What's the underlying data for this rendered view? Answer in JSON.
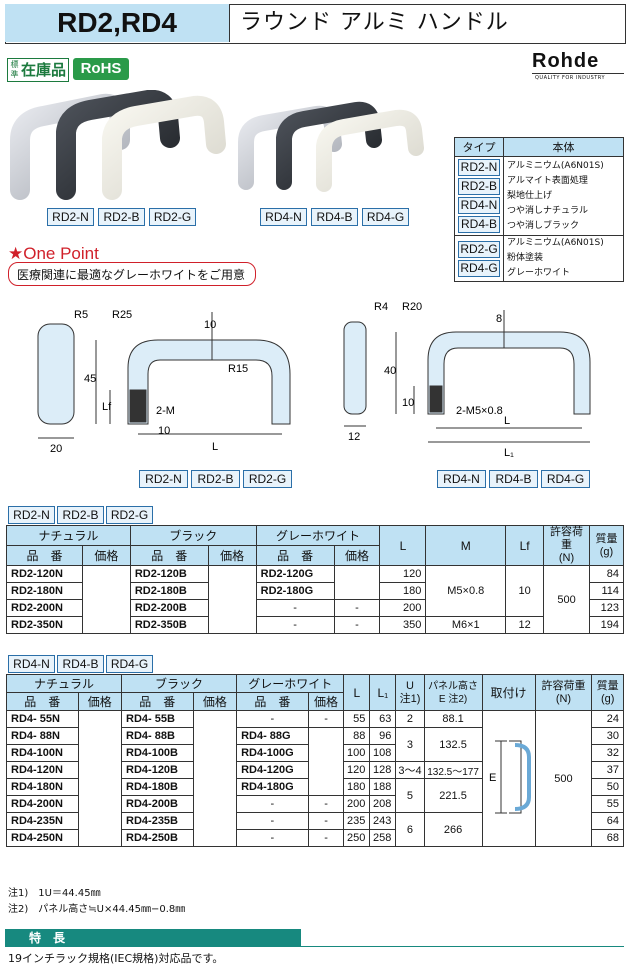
{
  "header": {
    "code": "RD2,RD4",
    "title": "ラウンド アルミ ハンドル"
  },
  "badges": {
    "std_small": "標準",
    "std": "在庫品",
    "rohs": "RoHS"
  },
  "brand": {
    "name": "Rohde",
    "sub": "QUALITY FOR INDUSTRY"
  },
  "photo_tags": {
    "rd2": [
      "RD2-N",
      "RD2-B",
      "RD2-G"
    ],
    "rd4": [
      "RD4-N",
      "RD4-B",
      "RD4-G"
    ]
  },
  "colors": {
    "natural": "#c9ccd2",
    "black": "#2f3338",
    "grey_white": "#eceae0",
    "accent": "#bfe1f3",
    "red": "#d0202a"
  },
  "type_table": {
    "headers": [
      "タイプ",
      "本体"
    ],
    "groups": [
      {
        "codes": [
          "RD2-N",
          "RD2-B",
          "RD4-N",
          "RD4-B"
        ],
        "lines": [
          "アルミニウム(A6N01S)",
          "アルマイト表面処理",
          "梨地仕上げ",
          "つや消しナチュラル",
          "つや消しブラック"
        ]
      },
      {
        "codes": [
          "RD2-G",
          "RD4-G"
        ],
        "lines": [
          "アルミニウム(A6N01S)",
          "粉体塗装",
          "グレーホワイト"
        ]
      }
    ]
  },
  "one_point": {
    "title": "★One Point",
    "text": "医療関連に最適なグレーホワイトをご用意"
  },
  "drawing_rd2": {
    "labels": {
      "r5": "R5",
      "r25": "R25",
      "r15": "R15",
      "t10": "10",
      "h45": "45",
      "lf": "Lf",
      "m": "2-M",
      "d10": "10",
      "w20": "20",
      "L": "L"
    },
    "tags": [
      "RD2-N",
      "RD2-B",
      "RD2-G"
    ]
  },
  "drawing_rd4": {
    "labels": {
      "r4": "R4",
      "r20": "R20",
      "t8": "8",
      "h40": "40",
      "d10": "10",
      "m": "2-M5×0.8",
      "w12": "12",
      "L": "L",
      "L1": "L₁"
    },
    "tags": [
      "RD4-N",
      "RD4-B",
      "RD4-G"
    ]
  },
  "rd2_table": {
    "tags": [
      "RD2-N",
      "RD2-B",
      "RD2-G"
    ],
    "group_headers": [
      "ナチュラル",
      "ブラック",
      "グレーホワイト"
    ],
    "sub_headers": [
      "品　番",
      "価格"
    ],
    "col_headers": {
      "L": "L",
      "M": "M",
      "Lf": "Lf",
      "load": "許容荷重\n(N)",
      "mass": "質量\n(g)"
    },
    "rows": [
      {
        "n": "RD2-120N",
        "b": "RD2-120B",
        "g": "RD2-120G",
        "gp": "",
        "L": "120",
        "mass": "84"
      },
      {
        "n": "RD2-180N",
        "b": "RD2-180B",
        "g": "RD2-180G",
        "gp": "",
        "L": "180",
        "mass": "114"
      },
      {
        "n": "RD2-200N",
        "b": "RD2-200B",
        "g": "-",
        "gp": "-",
        "L": "200",
        "mass": "123"
      },
      {
        "n": "RD2-350N",
        "b": "RD2-350B",
        "g": "-",
        "gp": "-",
        "L": "350",
        "mass": "194"
      }
    ],
    "m_values": [
      "M5×0.8",
      "M6×1"
    ],
    "lf_values": [
      "10",
      "12"
    ],
    "load": "500"
  },
  "rd4_table": {
    "tags": [
      "RD4-N",
      "RD4-B",
      "RD4-G"
    ],
    "group_headers": [
      "ナチュラル",
      "ブラック",
      "グレーホワイト"
    ],
    "sub_headers": [
      "品　番",
      "価格"
    ],
    "col_headers": {
      "L": "L",
      "L1": "L₁",
      "U": "U\n注1)",
      "panel": "パネル高さ\nE 注2)",
      "mount": "取付け",
      "load": "許容荷重\n(N)",
      "mass": "質量\n(g)"
    },
    "rows": [
      {
        "n": "RD4- 55N",
        "b": "RD4- 55B",
        "g": "-",
        "gp": "-",
        "L": "55",
        "L1": "63",
        "mass": "24"
      },
      {
        "n": "RD4- 88N",
        "b": "RD4- 88B",
        "g": "RD4- 88G",
        "gp": "",
        "L": "88",
        "L1": "96",
        "mass": "30"
      },
      {
        "n": "RD4-100N",
        "b": "RD4-100B",
        "g": "RD4-100G",
        "gp": "",
        "L": "100",
        "L1": "108",
        "mass": "32"
      },
      {
        "n": "RD4-120N",
        "b": "RD4-120B",
        "g": "RD4-120G",
        "gp": "",
        "L": "120",
        "L1": "128",
        "mass": "37"
      },
      {
        "n": "RD4-180N",
        "b": "RD4-180B",
        "g": "RD4-180G",
        "gp": "",
        "L": "180",
        "L1": "188",
        "mass": "50"
      },
      {
        "n": "RD4-200N",
        "b": "RD4-200B",
        "g": "-",
        "gp": "-",
        "L": "200",
        "L1": "208",
        "mass": "55"
      },
      {
        "n": "RD4-235N",
        "b": "RD4-235B",
        "g": "-",
        "gp": "-",
        "L": "235",
        "L1": "243",
        "mass": "64"
      },
      {
        "n": "RD4-250N",
        "b": "RD4-250B",
        "g": "-",
        "gp": "-",
        "L": "250",
        "L1": "258",
        "mass": "68"
      }
    ],
    "u_values": [
      "2",
      "3",
      "3～4",
      "5",
      "6"
    ],
    "panel_values": [
      "88.1",
      "132.5",
      "132.5～177",
      "221.5",
      "266"
    ],
    "mount_label": "E",
    "load": "500"
  },
  "notes": [
    "注1)　1U＝44.45㎜",
    "注2)　パネル高さ≒U×44.45㎜−0.8㎜"
  ],
  "features": {
    "title": "特　長",
    "text": "19インチラック規格(IEC規格)対応品です。"
  }
}
